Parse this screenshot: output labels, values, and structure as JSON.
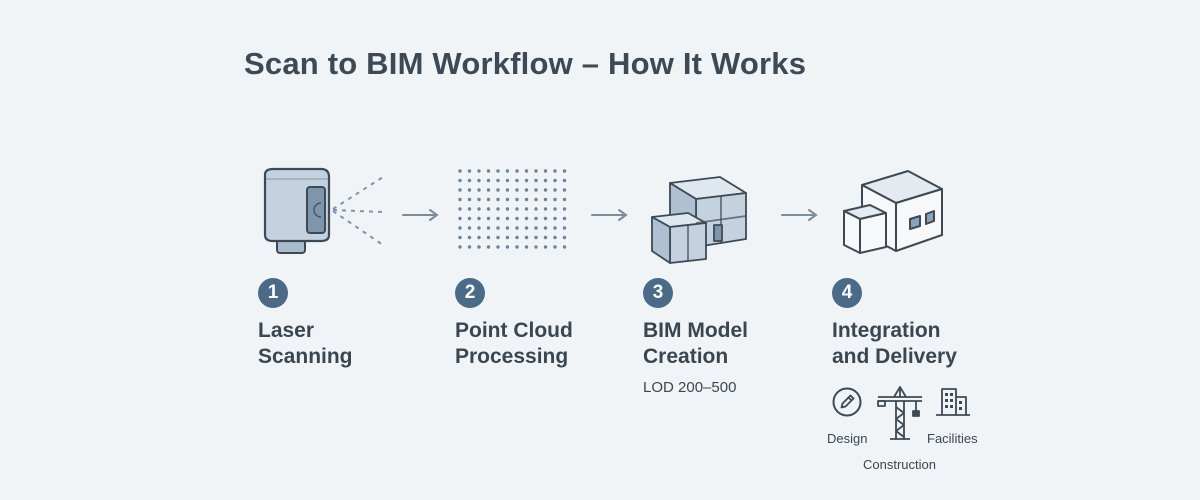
{
  "title": "Scan to BIM Workflow – How It Works",
  "colors": {
    "accent": "#4a6a88",
    "text": "#3a4650",
    "icon_fill": "#c4d2e0",
    "icon_stroke": "#3d4a55",
    "background": "#f1f4f7"
  },
  "steps": [
    {
      "number": "1",
      "line1": "Laser",
      "line2": "Scanning",
      "icon": "laser-scanner-icon"
    },
    {
      "number": "2",
      "line1": "Point Cloud",
      "line2": "Processing",
      "icon": "point-cloud-icon"
    },
    {
      "number": "3",
      "line1": "BIM Model",
      "line2": "Creation",
      "note": "LOD 200–500",
      "icon": "bim-model-icon"
    },
    {
      "number": "4",
      "line1": "Integration",
      "line2": "and Delivery",
      "icon": "building-icon"
    }
  ],
  "delivery_uses": [
    {
      "label": "Design",
      "icon": "pencil-icon"
    },
    {
      "label": "Construction",
      "icon": "crane-icon"
    },
    {
      "label": "Facilities",
      "icon": "facilities-building-icon"
    }
  ]
}
